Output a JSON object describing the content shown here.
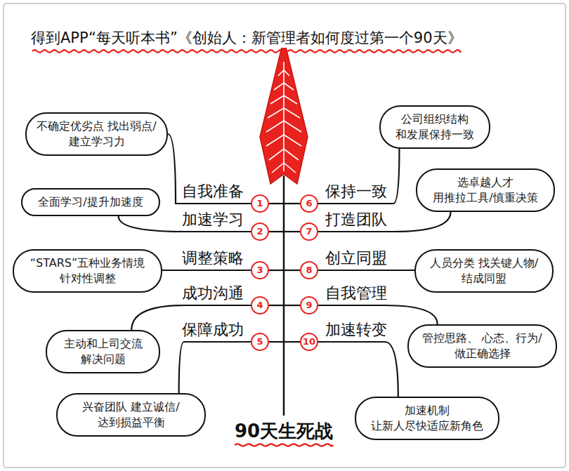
{
  "diagram": {
    "title": "得到APP“每天听本书”《创始人：新管理者如何度过第一个90天》",
    "nodes": [
      {
        "text": [
          "1"
        ]
      },
      {
        "text": [
          "不确定优劣点 找出弱点/建立学习力"
        ]
      },
      {
        "text": [
          "2"
        ]
      },
      {
        "text": [
          "全面学习/提升加速度"
        ]
      },
      {
        "text": [
          "3"
        ]
      },
      {
        "text": [
          "“STARS”五种业务情境 针对性调整"
        ]
      },
      {
        "text": [
          "4"
        ]
      },
      {
        "text": [
          "主动和上司交流 解决问题"
        ]
      },
      {
        "text": [
          "5"
        ]
      },
      {
        "text": [
          "兴奋团队 建立诚信/达到损益平衡"
        ]
      },
      {
        "text": [
          "6"
        ]
      },
      {
        "text": [
          "公司组织结构 和发展保持一致"
        ]
      },
      {
        "text": [
          "7"
        ]
      },
      {
        "text": [
          "选卓越人才 用推拉工具/慎重决策"
        ]
      },
      {
        "text": [
          "8"
        ]
      },
      {
        "text": [
          "人员分类 找关键人物/结成同盟"
        ]
      },
      {
        "text": [
          "9"
        ]
      },
      {
        "text": [
          "管控思路、 心态、行为/做正确选择"
        ]
      },
      {
        "text": [
          "10"
        ]
      },
      {
        "text": [
          "加速机制 让新人尽快适应新角色"
        ]
      }
    ],
    "edges": [
      {
        "from": 0,
        "to": 1,
        "arrow": "none",
        "label": "自我准备"
      },
      {
        "from": 2,
        "to": 3,
        "arrow": "none",
        "label": "加速学习"
      },
      {
        "from": 4,
        "to": 5,
        "arrow": "none",
        "label": "调整策略"
      },
      {
        "from": 6,
        "to": 7,
        "arrow": "none",
        "label": "成功沟通"
      },
      {
        "from": 8,
        "to": 9,
        "arrow": "none",
        "label": "保障成功"
      },
      {
        "from": 10,
        "to": 11,
        "arrow": "none",
        "label": "保持一致"
      },
      {
        "from": 12,
        "to": 13,
        "arrow": "none",
        "label": "打造团队"
      },
      {
        "from": 14,
        "to": 15,
        "arrow": "none",
        "label": "创立同盟"
      },
      {
        "from": 16,
        "to": 17,
        "arrow": "none",
        "label": "自我管理"
      },
      {
        "from": 18,
        "to": 19,
        "arrow": "none",
        "label": "加速转变"
      }
    ],
    "labels": [
      "90天生死战"
    ]
  }
}
